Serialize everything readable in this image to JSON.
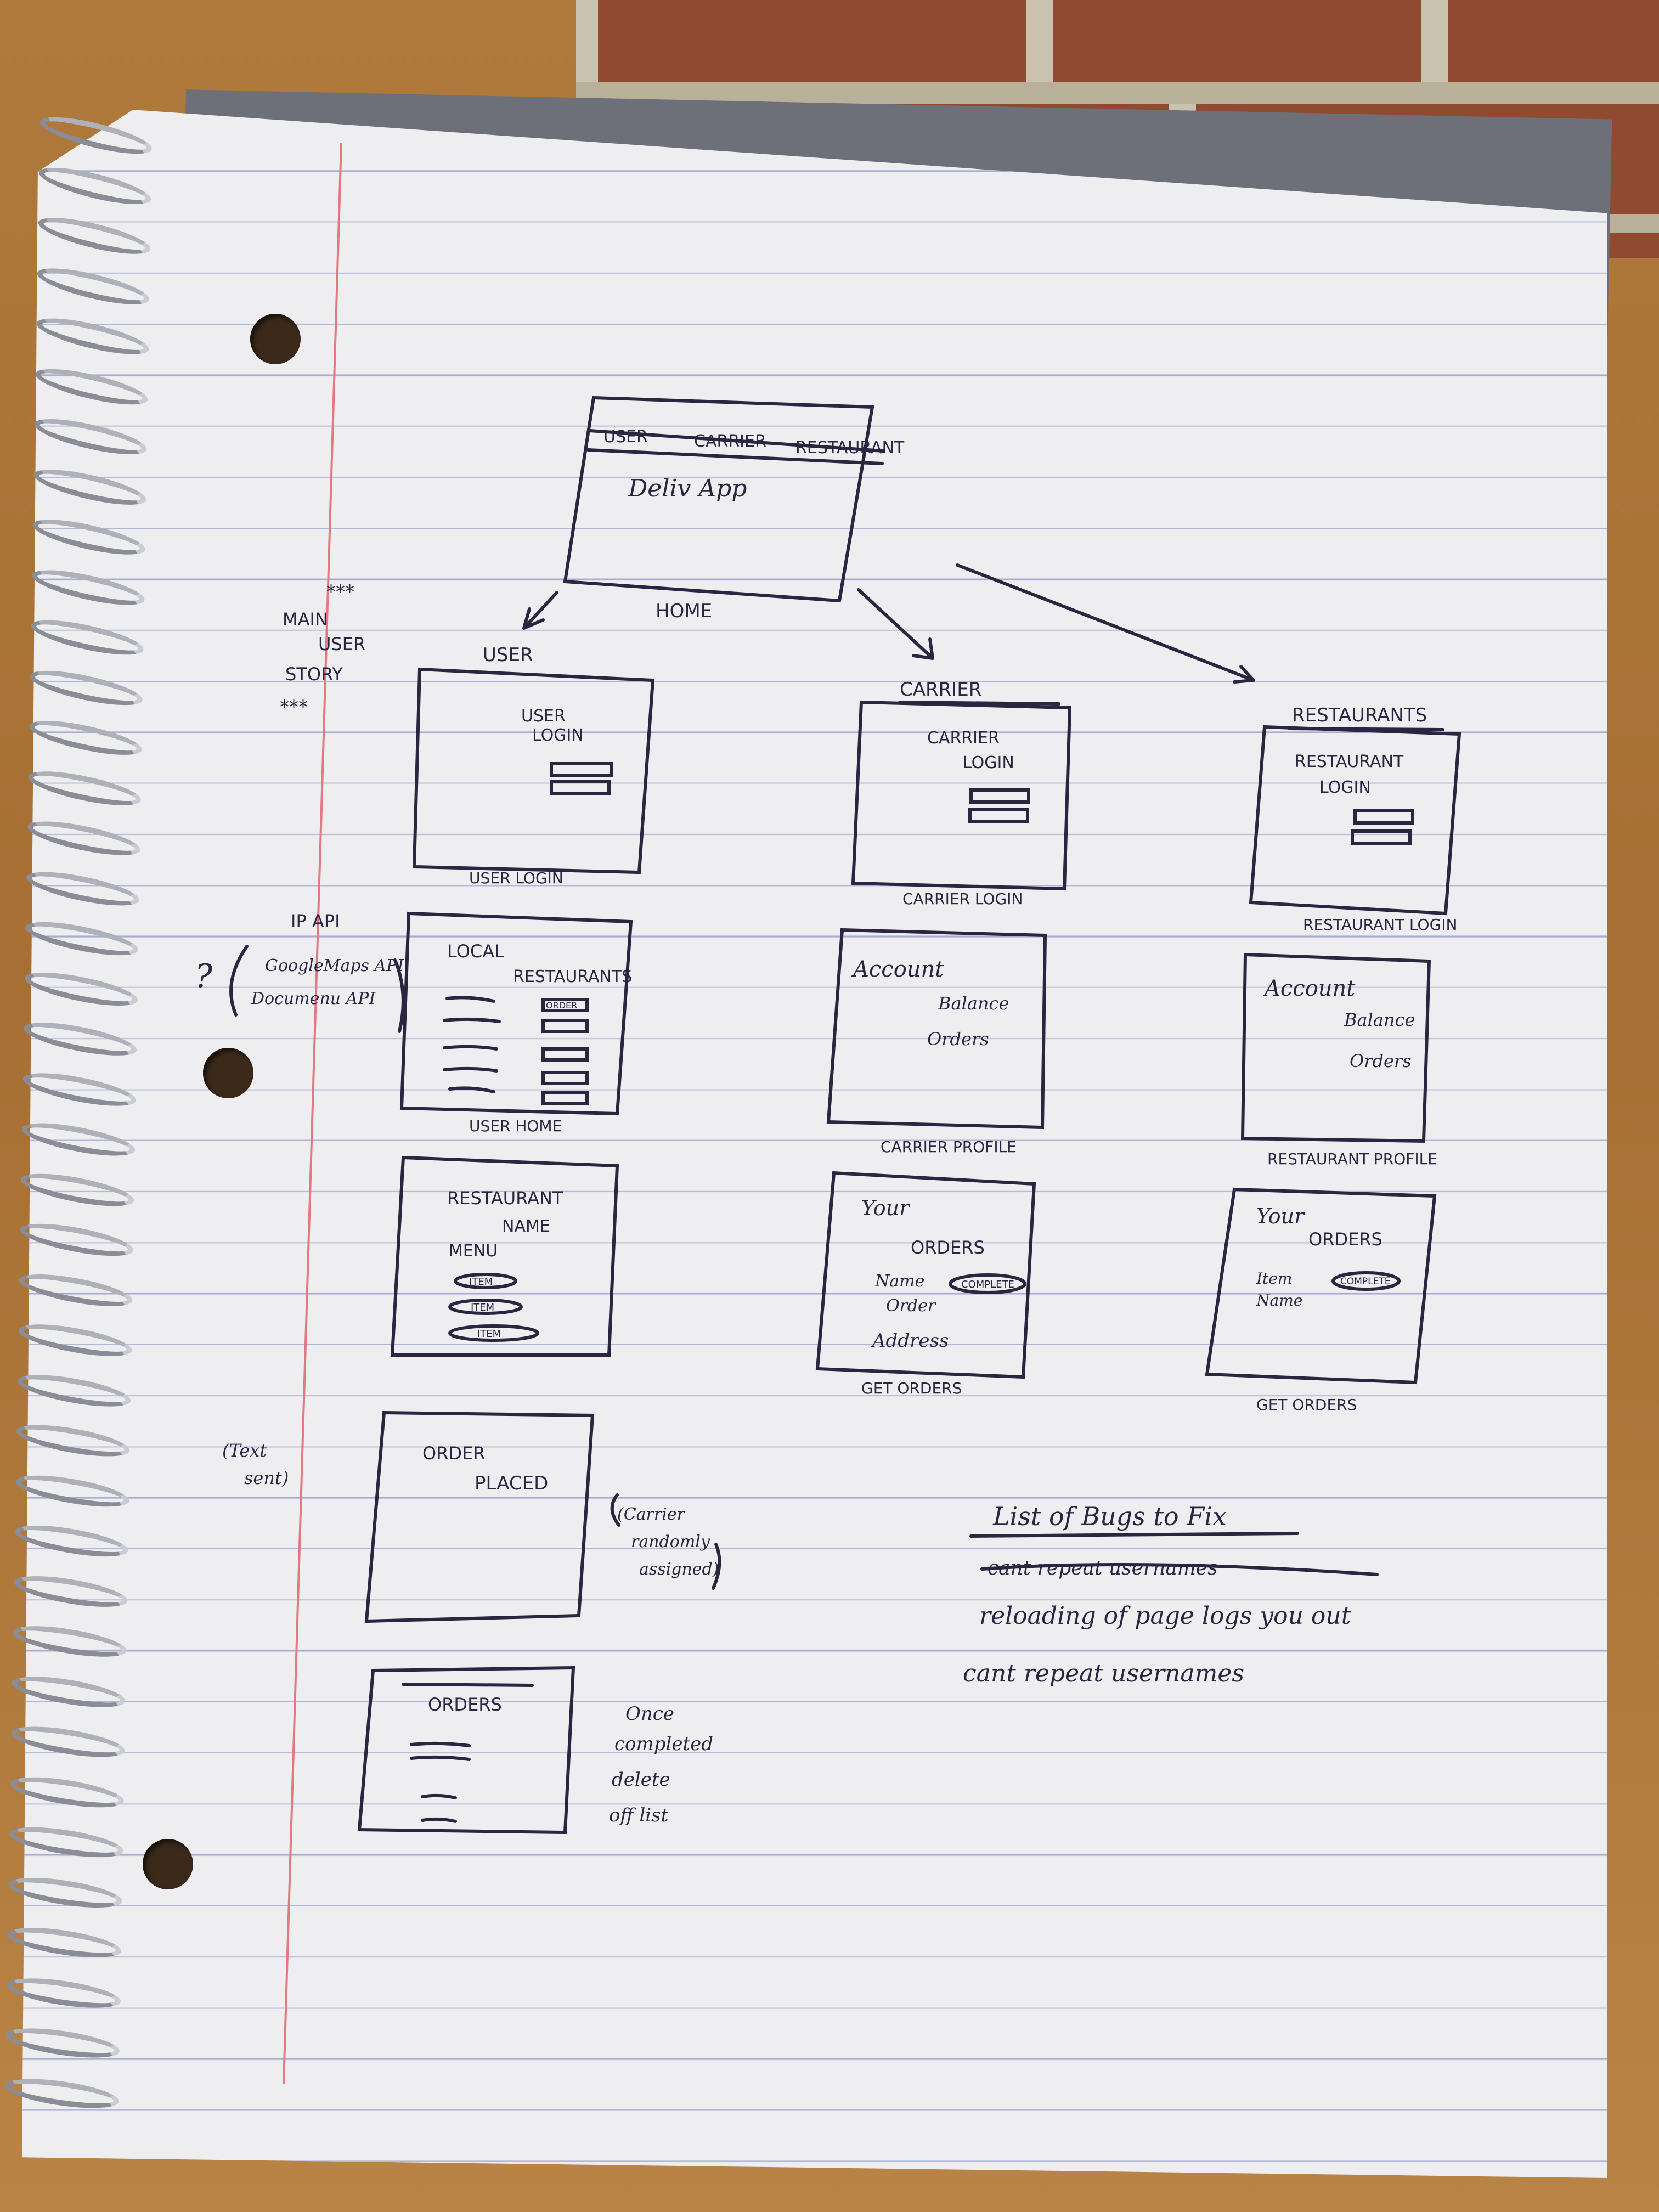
{
  "notebook": {
    "home_screen": {
      "nav": [
        "USER",
        "CARRIER",
        "RESTAURANT"
      ],
      "title": "Deliv App",
      "caption": "HOME"
    },
    "main_story_note": [
      "***",
      "MAIN",
      "USER",
      "STORY",
      "***"
    ],
    "columns": {
      "user": "USER",
      "carrier": "CARRIER",
      "restaurants": "RESTAURANTS"
    },
    "user_login": {
      "text": [
        "USER",
        "LOGIN"
      ],
      "caption": "USER LOGIN"
    },
    "carrier_login": {
      "text": [
        "CARRIER",
        "LOGIN"
      ],
      "caption": "CARRIER LOGIN"
    },
    "restaurant_login": {
      "text": [
        "RESTAURANT",
        "LOGIN"
      ],
      "caption": "RESTAURANT LOGIN"
    },
    "api_note": {
      "ip": "IP API",
      "question": "?",
      "google": "GoogleMaps API",
      "doc": "Documenu API"
    },
    "user_home": {
      "text": [
        "LOCAL",
        "RESTAURANTS"
      ],
      "button": "ORDER",
      "caption": "USER HOME"
    },
    "carrier_profile": {
      "text": [
        "Account",
        "Balance",
        "Orders"
      ],
      "caption": "CARRIER PROFILE"
    },
    "restaurant_profile": {
      "text": [
        "Account",
        "Balance",
        "Orders"
      ],
      "caption": "RESTAURANT PROFILE"
    },
    "restaurant_menu": {
      "text": [
        "RESTAURANT",
        "NAME",
        "MENU"
      ],
      "items": [
        "ITEM",
        "ITEM",
        "ITEM"
      ]
    },
    "carrier_orders": {
      "text": [
        "Your",
        "ORDERS",
        "Name",
        "Order",
        "Address"
      ],
      "button": "COMPLETE",
      "caption": "GET ORDERS"
    },
    "restaurant_orders": {
      "text": [
        "Your",
        "ORDERS",
        "Item",
        "Name"
      ],
      "button": "COMPLETE",
      "caption": "GET ORDERS"
    },
    "text_sent_note": [
      "(Text",
      "sent)"
    ],
    "order_placed": {
      "text": [
        "ORDER",
        "PLACED"
      ]
    },
    "carrier_note": [
      "(Carrier",
      "randomly",
      "assigned)"
    ],
    "orders_list": {
      "title": "ORDERS"
    },
    "once_note": [
      "Once",
      "completed",
      "delete",
      "off list"
    ],
    "bugs": {
      "title": "List of Bugs to Fix",
      "struck": "cant repeat usernames",
      "items": [
        "reloading of page logs you out",
        "cant repeat usernames"
      ]
    }
  }
}
